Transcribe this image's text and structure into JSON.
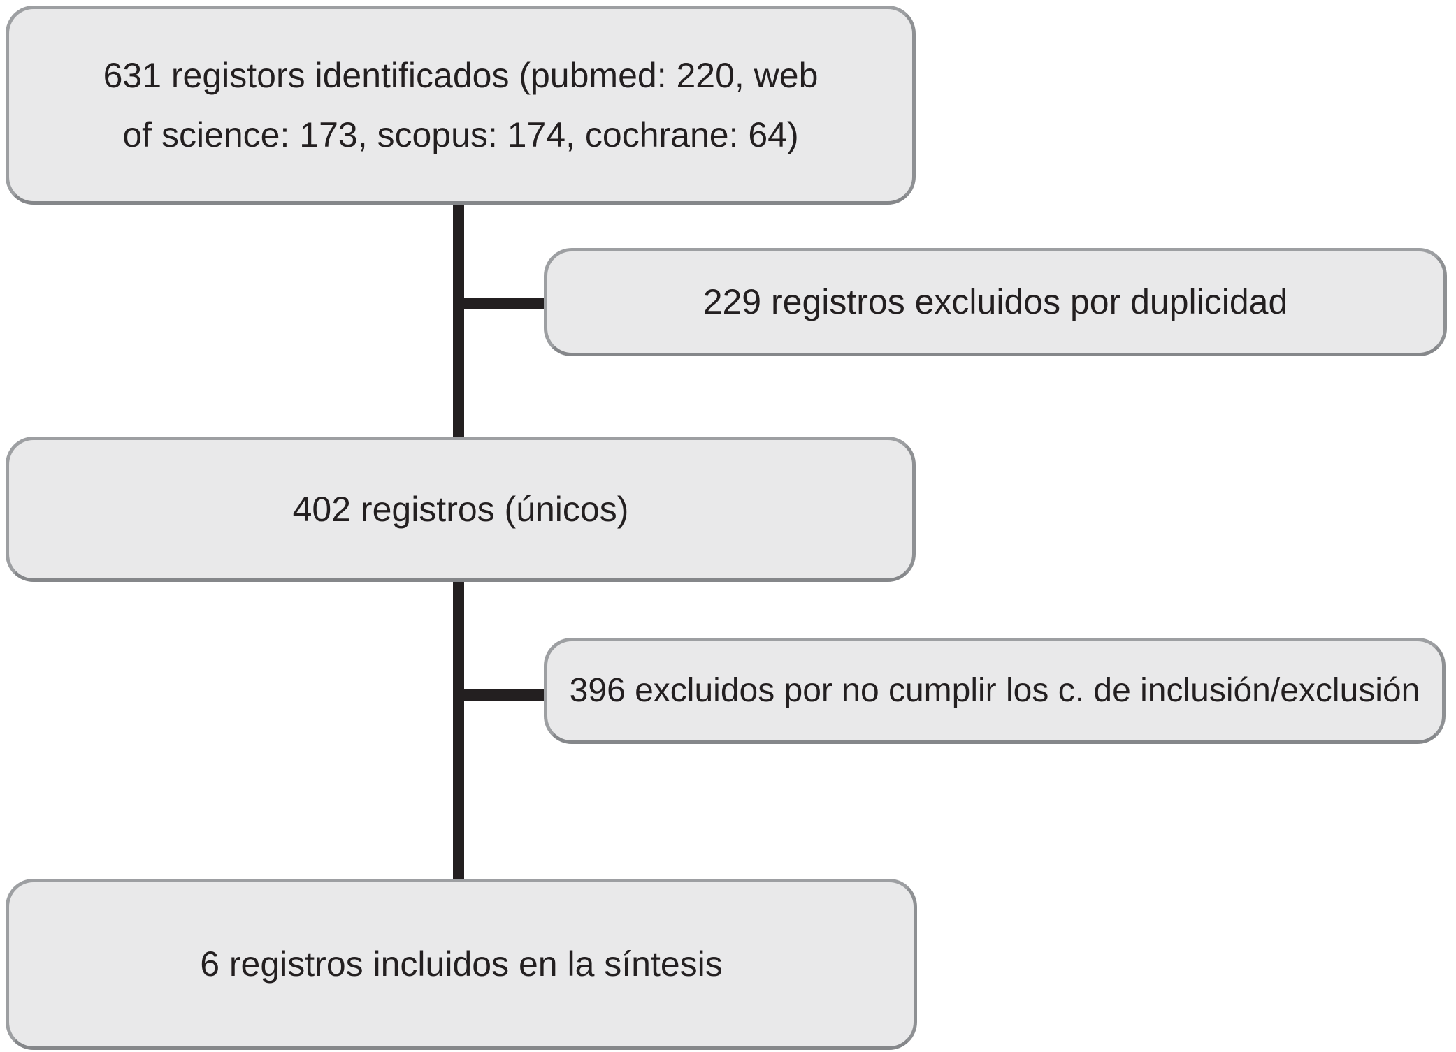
{
  "colors": {
    "background": "#ffffff",
    "box_fill": "#e9e9ea",
    "box_border": "#9d9fa2",
    "connector": "#231f20",
    "text": "#231f20"
  },
  "nodes": {
    "identified": {
      "lines": [
        "631 registors identificados (pubmed: 220, web",
        "of science: 173, scopus: 174, cochrane: 64)"
      ]
    },
    "excluded_duplicates": {
      "label": "229 registros excluidos por duplicidad"
    },
    "unique": {
      "label": "402 registros (únicos)"
    },
    "excluded_criteria": {
      "label": "396 excluidos por no cumplir los c. de inclusión/exclusión"
    },
    "included": {
      "label": "6 registros incluidos en la síntesis"
    }
  }
}
